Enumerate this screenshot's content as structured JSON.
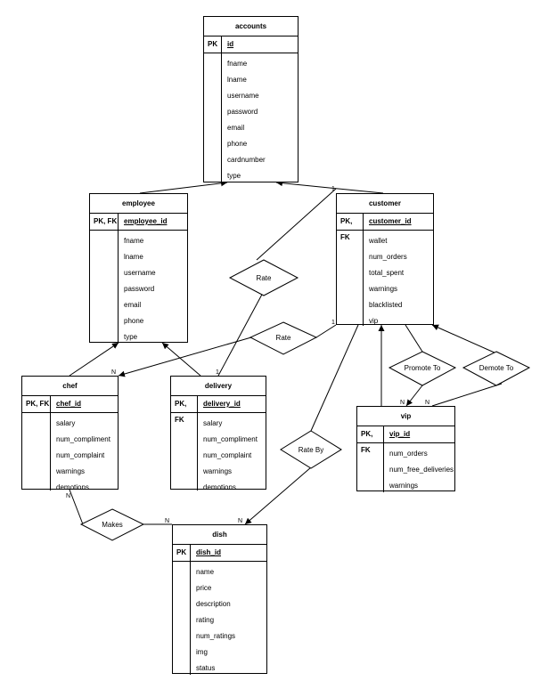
{
  "entities": {
    "accounts": {
      "title": "accounts",
      "pk_label": "PK",
      "pk_field": "id",
      "fields": [
        "fname",
        "lname",
        "username",
        "password",
        "email",
        "phone",
        "cardnumber",
        "type"
      ]
    },
    "employee": {
      "title": "employee",
      "pk_label": "PK, FK",
      "pk_field": "employee_id",
      "fields": [
        "fname",
        "lname",
        "username",
        "password",
        "email",
        "phone",
        "type"
      ]
    },
    "customer": {
      "title": "customer",
      "pk_label": "PK, FK",
      "pk_field": "customer_id",
      "fields": [
        "wallet",
        "num_orders",
        "total_spent",
        "warnings",
        "blacklisted",
        "vip"
      ]
    },
    "chef": {
      "title": "chef",
      "pk_label": "PK, FK",
      "pk_field": "chef_id",
      "fields": [
        "salary",
        "num_compliment",
        "num_complaint",
        "warnings",
        "demotions"
      ]
    },
    "delivery": {
      "title": "delivery",
      "pk_label": "PK, FK",
      "pk_field": "delivery_id",
      "fields": [
        "salary",
        "num_compliment",
        "num_complaint",
        "warnings",
        "demotions"
      ]
    },
    "vip": {
      "title": "vip",
      "pk_label": "PK, FK",
      "pk_field": "vip_id",
      "fields": [
        "num_orders",
        "num_free_deliveries",
        "warnings"
      ]
    },
    "dish": {
      "title": "dish",
      "pk_label": "PK",
      "pk_field": "dish_id",
      "fields": [
        "name",
        "price",
        "description",
        "rating",
        "num_ratings",
        "img",
        "status"
      ]
    }
  },
  "relationships": {
    "rate_delivery": "Rate",
    "rate_chef": "Rate",
    "rate_by": "Rate By",
    "promote_to": "Promote To",
    "demote_to": "Demote To",
    "makes": "Makes"
  },
  "cardinalities": {
    "one": "1",
    "many": "N"
  }
}
